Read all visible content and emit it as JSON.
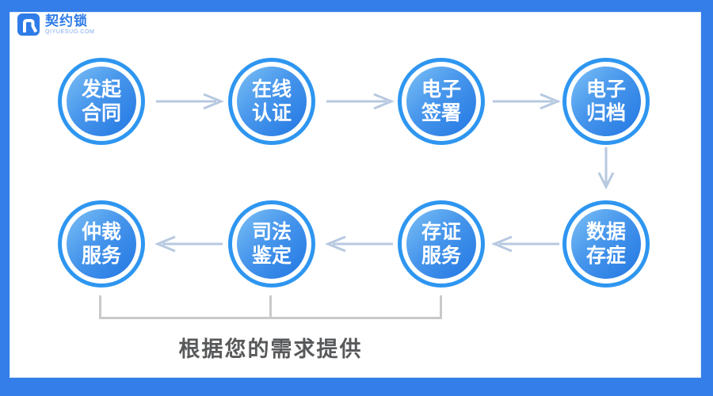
{
  "brand": {
    "name": "契约锁",
    "domain": "QIYUESUO.COM",
    "logo_icon": "qiyuesuo-logo"
  },
  "diagram": {
    "rows": [
      {
        "items": [
          {
            "line1": "发起",
            "line2": "合同"
          },
          {
            "line1": "在线",
            "line2": "认证"
          },
          {
            "line1": "电子",
            "line2": "签署"
          },
          {
            "line1": "电子",
            "line2": "归档"
          }
        ]
      },
      {
        "items": [
          {
            "line1": "仲裁",
            "line2": "服务"
          },
          {
            "line1": "司法",
            "line2": "鉴定"
          },
          {
            "line1": "存证",
            "line2": "服务"
          },
          {
            "line1": "数据",
            "line2": "存症"
          }
        ]
      }
    ],
    "flow_direction": "top row left-to-right, down, bottom row right-to-left",
    "note": "根据您的需求提供"
  },
  "colors": {
    "frame_blue": "#337ee8",
    "node_ring": "#2e96f0",
    "node_gradient_start": "#7cc0f5",
    "node_gradient_end": "#2277e2",
    "node_text": "#ffffff",
    "arrow": "#b7c9e0",
    "bracket": "#c9c9c9",
    "note_text": "#58595b",
    "brand_blue": "#2f7ce8"
  }
}
